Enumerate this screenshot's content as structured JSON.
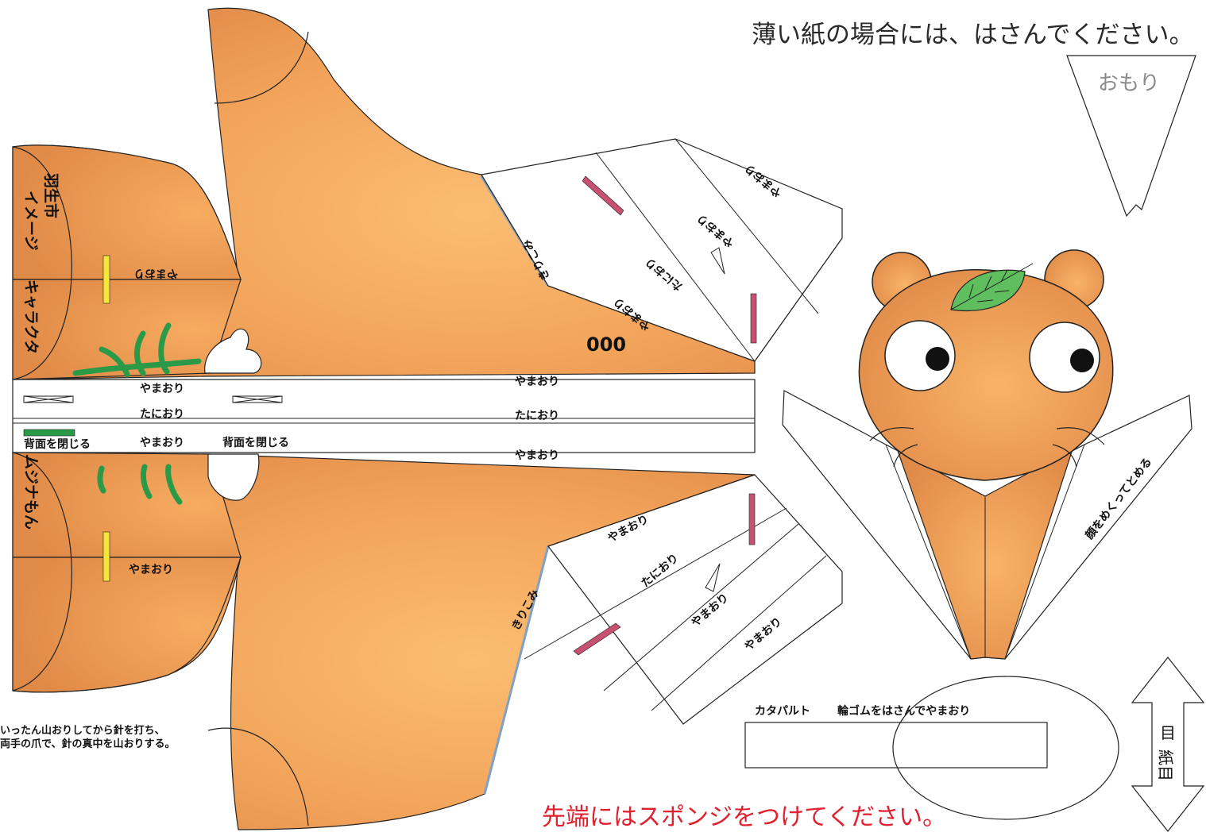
{
  "notes": {
    "thin_paper": "薄い紙の場合には、はさんでください。",
    "sponge_tip": "先端にはスポンジをつけてください。",
    "instruction_line1": "いったん山おりしてから針を打ち、",
    "instruction_line2": "両手の爪で、針の真中を山おりする。"
  },
  "weight_tab": {
    "label": "おもり"
  },
  "character": {
    "name_line1": "羽生市",
    "name_line2": "イメージ",
    "name_line3": "キャラクタ",
    "name_line4": "ムジナもん"
  },
  "fold_labels": {
    "mountain": "やまおり",
    "valley": "たにおり",
    "cut": "きりこみ",
    "close_back": "背面を閉じる",
    "number": "000",
    "face_fold": "顔をめくってとめる"
  },
  "catapult": {
    "title": "カタパルト",
    "instruction": "輪ゴムをはさんでやまおり"
  },
  "grain": {
    "label": "紙目"
  },
  "colors": {
    "body_orange": "#f2a35a",
    "body_dark": "#e08a48",
    "leaf_green": "#5fbf5f",
    "marker_pink": "#c85070",
    "marker_blue": "#2a6fb5",
    "marker_yellow": "#f5e63a",
    "marker_green": "#2a9a48",
    "cut_line_blue": "#7fa0c8",
    "note_red": "#e0202e"
  }
}
